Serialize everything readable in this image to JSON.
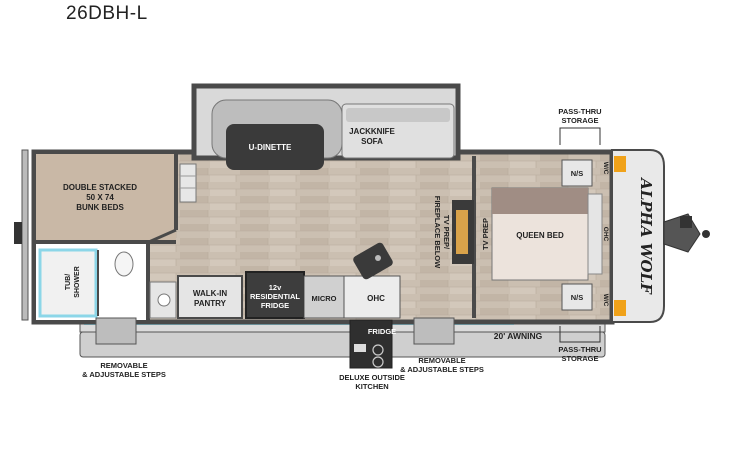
{
  "model": "26DBH-L",
  "brand_logo": "ALPHA WOLF",
  "labels": {
    "u_dinette": "U-DINETTE",
    "jackknife_sofa": [
      "JACKKNIFE",
      "SOFA"
    ],
    "bunk_beds": [
      "DOUBLE STACKED",
      "50 X 74",
      "BUNK BEDS"
    ],
    "tub_shower": [
      "TUB/",
      "SHOWER"
    ],
    "walk_in_pantry": [
      "WALK-IN",
      "PANTRY"
    ],
    "fridge_12v": [
      "12v",
      "RESIDENTIAL",
      "FRIDGE"
    ],
    "micro": "MICRO",
    "ohc": "OHC",
    "tv_fireplace": [
      "TV PREP/",
      "FIREPLACE BELOW"
    ],
    "tv_prep": "TV PREP",
    "queen_bed": "QUEEN BED",
    "ns_top": "N/S",
    "ns_bottom": "N/S",
    "wardrobe_top": "W/C",
    "wardrobe_bottom": "W/C",
    "ohc_front": "OHC",
    "pass_thru_top": [
      "PASS-THRU",
      "STORAGE"
    ],
    "pass_thru_bottom": [
      "PASS-THRU",
      "STORAGE"
    ],
    "awning": "20' AWNING",
    "fridge_outside": "FRIDGE",
    "steps_left": [
      "REMOVABLE",
      "& ADJUSTABLE STEPS"
    ],
    "steps_right": [
      "REMOVABLE",
      "& ADJUSTABLE STEPS"
    ],
    "outside_kitchen": [
      "DELUXE OUTSIDE",
      "KITCHEN"
    ]
  },
  "colors": {
    "wall": "#4a4a4a",
    "floor": "#cbbfb1",
    "bunk": "#c9b8a6",
    "counter": "#e6e6e6",
    "awning": "#8cd6e8"
  }
}
